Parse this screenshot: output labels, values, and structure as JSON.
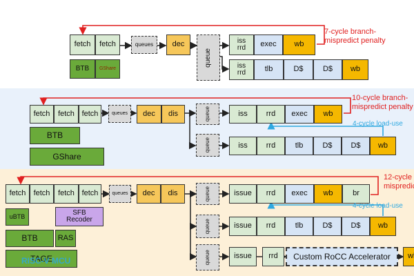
{
  "colors": {
    "redAnno": "#e02020",
    "blueAnno": "#2ea8e0",
    "band2": "#e9f1fb",
    "band3": "#fdf0d8"
  },
  "common": {
    "fetch": "fetch",
    "queues": "queues",
    "dec": "dec",
    "dis": "dis",
    "queue": "queue",
    "iss": "iss",
    "rrd": "rrd",
    "issue": "issue",
    "exec": "exec",
    "wb": "wb",
    "tlb": "tlb",
    "dcache": "D$",
    "br": "br",
    "btb": "BTB",
    "gshare": "GShare"
  },
  "core1": {
    "penalty": "7-cycle branch-\nmispredict penalty",
    "iss_rrd": "iss\nrrd"
  },
  "core2": {
    "penalty": "10-cycle branch-\nmispredict penalty",
    "loaduse": "4-cycle load-use"
  },
  "core3": {
    "penalty": "12-cycle b\nmispredic",
    "loaduse": "4-cycle load-use",
    "ubtb": "uBTB",
    "sfb": "SFB\nRecoder",
    "ras": "RAS",
    "tage": "TAGE",
    "rocc": "Custom RoCC Accelerator",
    "watermark": "RISC-V MCU"
  }
}
